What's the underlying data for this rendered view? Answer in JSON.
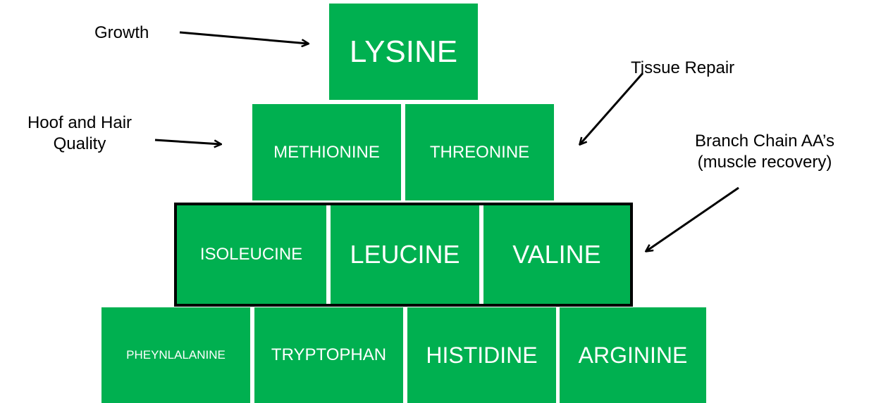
{
  "colors": {
    "block_fill": "#00b050",
    "block_text": "#ffffff",
    "annotation_text": "#000000",
    "arrow": "#000000"
  },
  "pyramid": {
    "row1": {
      "lysine": "LYSINE"
    },
    "row2": {
      "methionine": "METHIONINE",
      "threonine": "THREONINE"
    },
    "row3": {
      "isoleucine": "ISOLEUCINE",
      "leucine": "LEUCINE",
      "valine": "VALINE"
    },
    "row4": {
      "pheynlalanine": "PHEYNLALANINE",
      "tryptophan": "TRYPTOPHAN",
      "histidine": "HISTIDINE",
      "arginine": "ARGININE"
    }
  },
  "annotations": {
    "growth": "Growth",
    "hoof_line1": "Hoof and Hair",
    "hoof_line2": "Quality",
    "tissue_repair": "Tissue Repair",
    "bcaa_line1": "Branch Chain AA’s",
    "bcaa_line2": "(muscle recovery)"
  }
}
